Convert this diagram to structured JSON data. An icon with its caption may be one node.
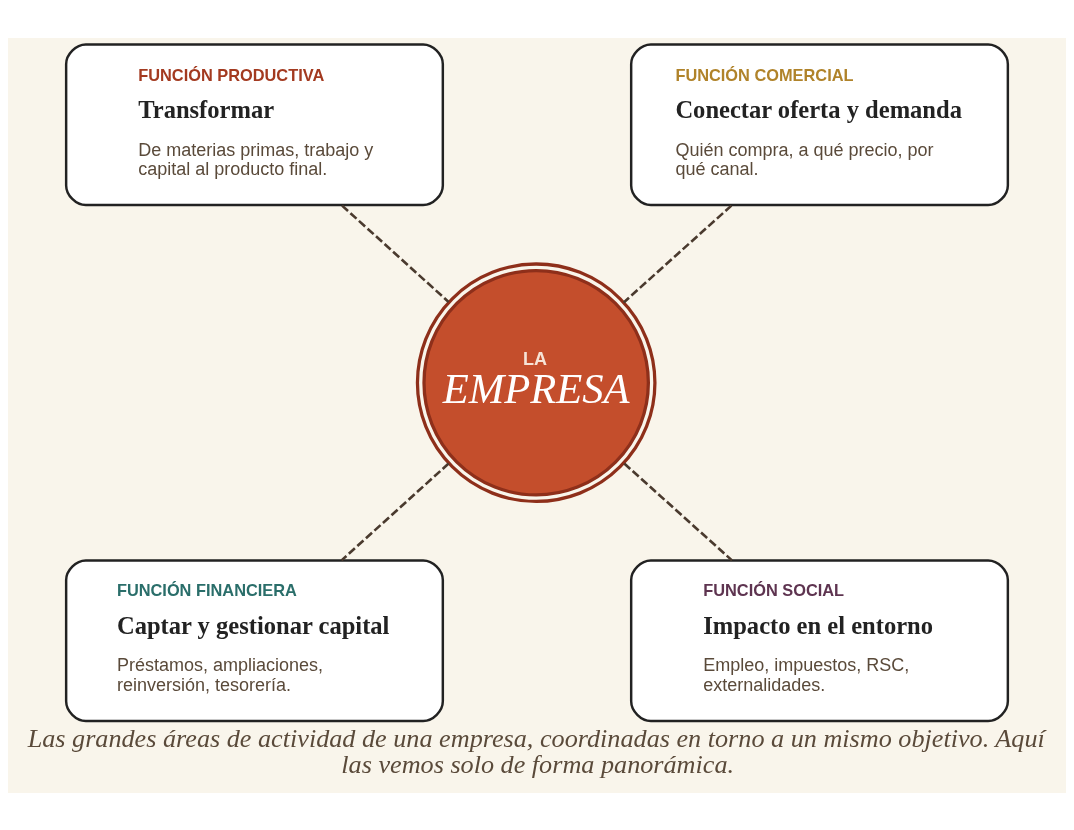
{
  "diagram": {
    "caption": "Las grandes áreas de actividad de una empresa, coordinadas en torno a un mismo objetivo. Aquí las vemos solo de forma panorámica.",
    "nodes": [
      {
        "text": [
          "FUNCIÓN PRODUCTIVA",
          "Transformar",
          "De materias primas, trabajo y capital al producto final."
        ]
      },
      {
        "text": [
          "FUNCIÓN COMERCIAL",
          "Conectar oferta y demanda",
          "Quién compra, a qué precio, por qué canal."
        ]
      },
      {
        "text": [
          "LA",
          "EMPRESA"
        ]
      },
      {
        "text": [
          "FUNCIÓN FINANCIERA",
          "Captar y gestionar capital",
          "Préstamos, ampliaciones, reinversión, tesorería."
        ]
      },
      {
        "text": [
          "FUNCIÓN SOCIAL",
          "Impacto en el entorno",
          "Empleo, impuestos, RSC, externalidades."
        ]
      }
    ],
    "edges": [
      {
        "from": 0,
        "to": 2,
        "arrow": "none",
        "style": "dashed"
      },
      {
        "from": 1,
        "to": 2,
        "arrow": "none",
        "style": "dashed"
      },
      {
        "from": 2,
        "to": 3,
        "arrow": "none",
        "style": "dashed"
      },
      {
        "from": 2,
        "to": 4,
        "arrow": "none",
        "style": "dashed"
      }
    ]
  }
}
